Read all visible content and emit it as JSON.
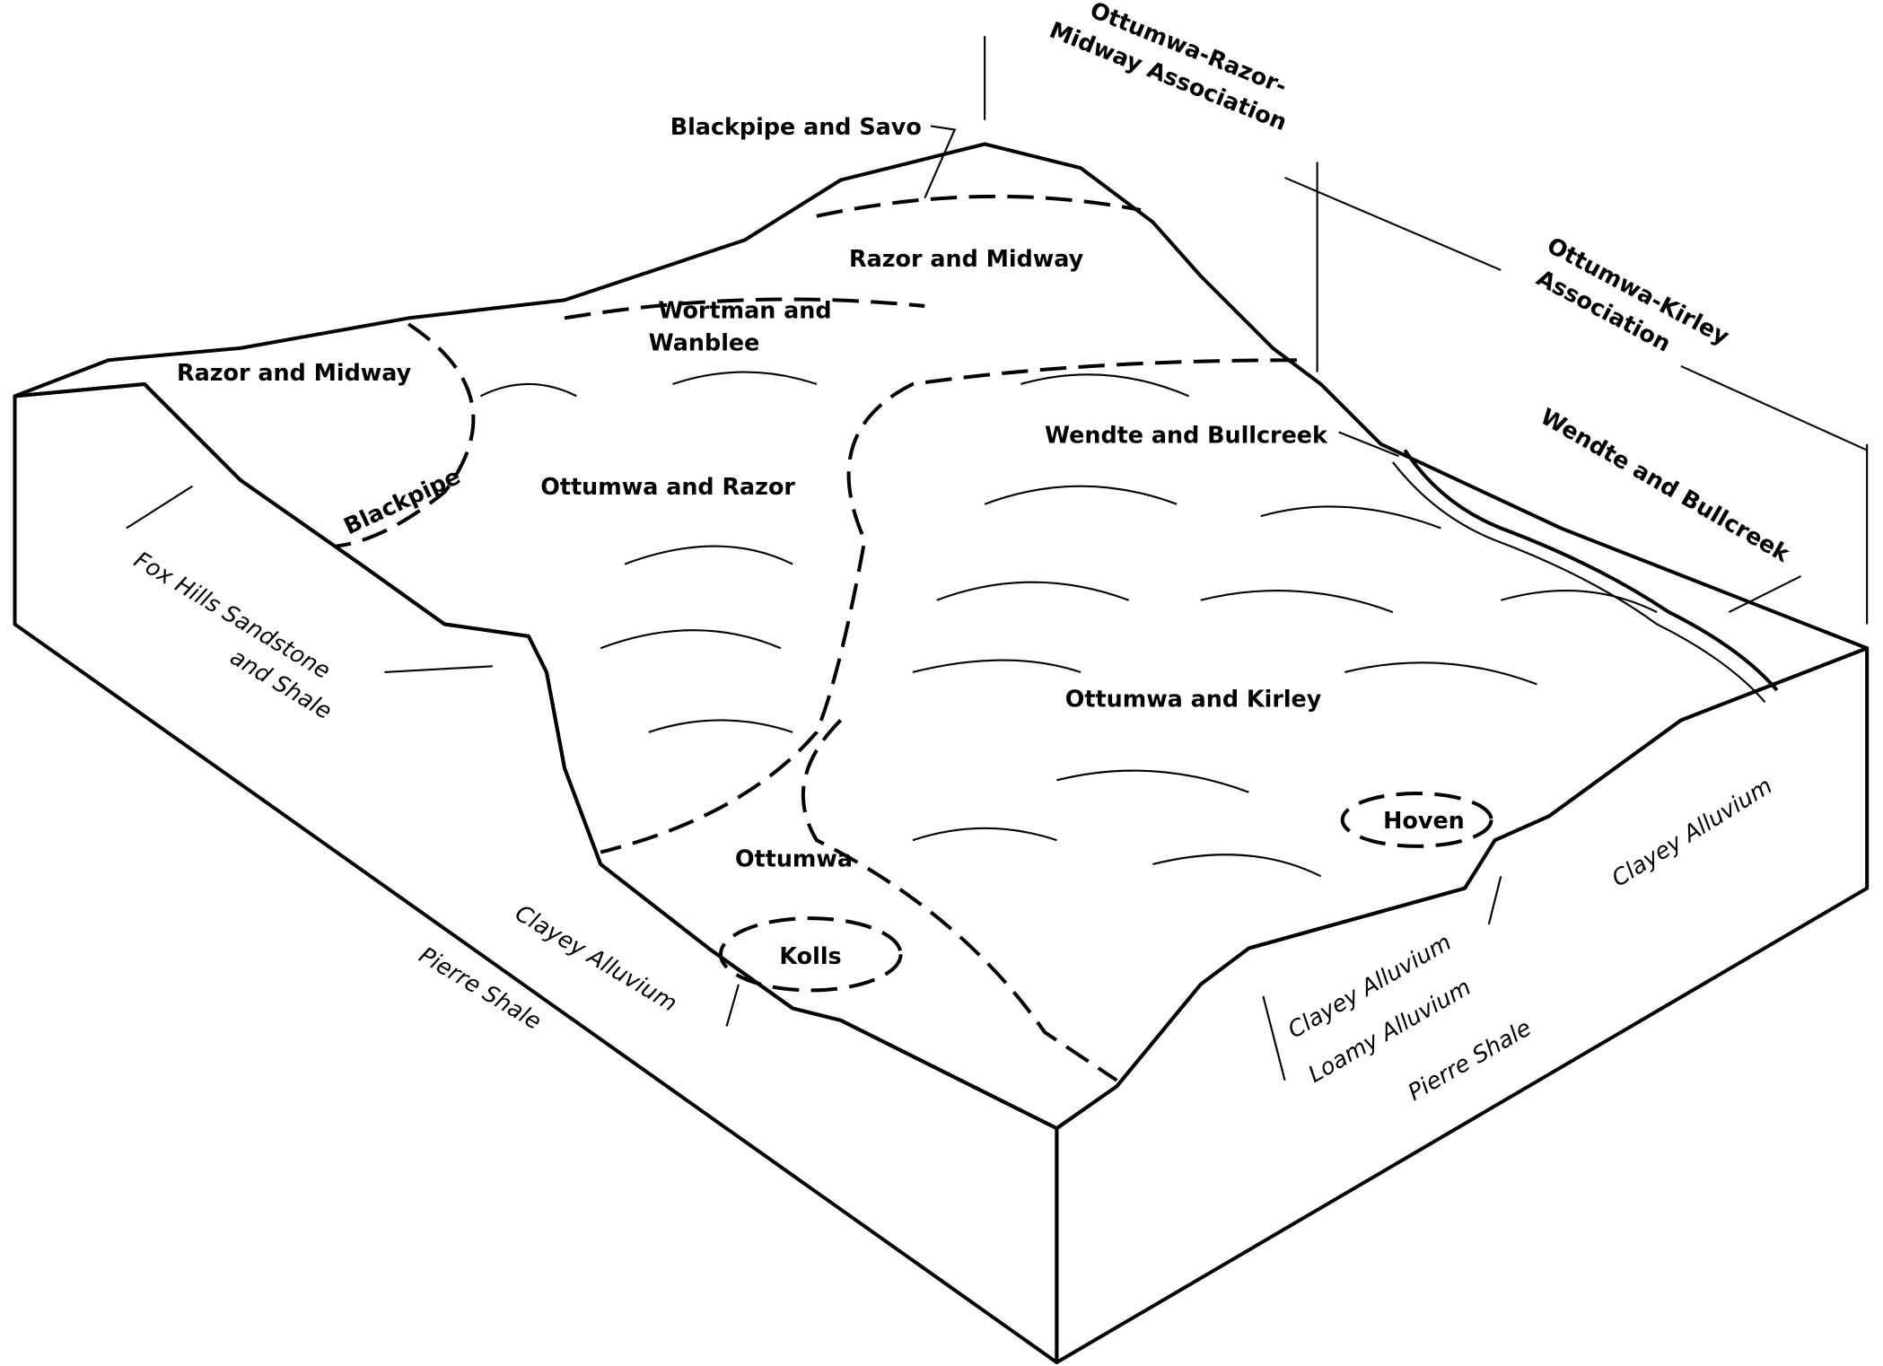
{
  "diagram": {
    "associations": {
      "ottumwa_razor_midway": [
        "Ottumwa-Razor-",
        "Midway Association"
      ],
      "ottumwa_kirley": [
        "Ottumwa-Kirley",
        "Association"
      ]
    },
    "soil_labels": {
      "blackpipe_savo": "Blackpipe and Savo",
      "razor_midway_top": "Razor and Midway",
      "wortman_1": "Wortman and",
      "wortman_2": "Wanblee",
      "razor_midway_left": "Razor and Midway",
      "blackpipe": "Blackpipe",
      "ottumwa_razor": "Ottumwa and Razor",
      "wendte_center": "Wendte and Bullcreek",
      "wendte_right": "Wendte and Bullcreek",
      "ottumwa_kirley": "Ottumwa and Kirley",
      "hoven": "Hoven",
      "ottumwa": "Ottumwa",
      "kolls": "Kolls"
    },
    "geology_labels": {
      "fox_hills_1": "Fox Hills Sandstone",
      "fox_hills_2": "and Shale",
      "clayey_left": "Clayey Alluvium",
      "pierre_left": "Pierre Shale",
      "clayey_front": "Clayey Alluvium",
      "loamy_front": "Loamy Alluvium",
      "pierre_right": "Pierre Shale",
      "clayey_right": "Clayey Alluvium"
    }
  }
}
